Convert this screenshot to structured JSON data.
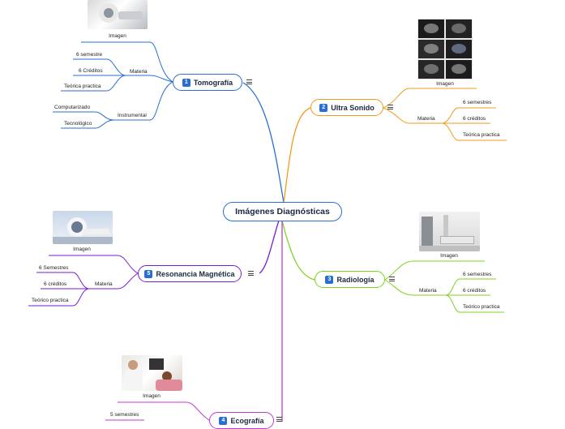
{
  "central": "Imágenes Diagnósticas",
  "branches": [
    {
      "num": "1",
      "title": "Tomografía",
      "color": "#2a6fd0",
      "leaves": {
        "imagen": "Imagen",
        "materia": "Materia",
        "semestre": "6 semestre",
        "creditos": "6 Créditos",
        "tipo": "Teórica practica",
        "instrumental": "Instrumental",
        "comp": "Computarizado",
        "tec": "Tecnológico"
      }
    },
    {
      "num": "2",
      "title": "Ultra Sonido",
      "color": "#f29a1e",
      "leaves": {
        "imagen": "Imagen",
        "materia": "Materia",
        "semestre": "6  semestres",
        "creditos": "6 créditos",
        "tipo": "Teórica practica"
      }
    },
    {
      "num": "3",
      "title": "Radiología",
      "color": "#7ed321",
      "leaves": {
        "imagen": "Imagen",
        "materia": "Materia",
        "semestre": "6 semestres",
        "creditos": "6 créditos",
        "tipo": "Teórico practica"
      }
    },
    {
      "num": "4",
      "title": "Ecografía",
      "color": "#c03bd6",
      "leaves": {
        "imagen": "Imagen",
        "semestre": "5 semestres"
      }
    },
    {
      "num": "5",
      "title": "Resonancia Magnética",
      "color": "#7a1ed6",
      "leaves": {
        "imagen": "Imagen",
        "materia": "Materia",
        "semestre": "6 Semestres",
        "creditos": "6 créditos",
        "tipo": "Teórico practica"
      }
    }
  ],
  "icons": {
    "menu": "menu-icon",
    "photo": "photo-thumbnail"
  }
}
